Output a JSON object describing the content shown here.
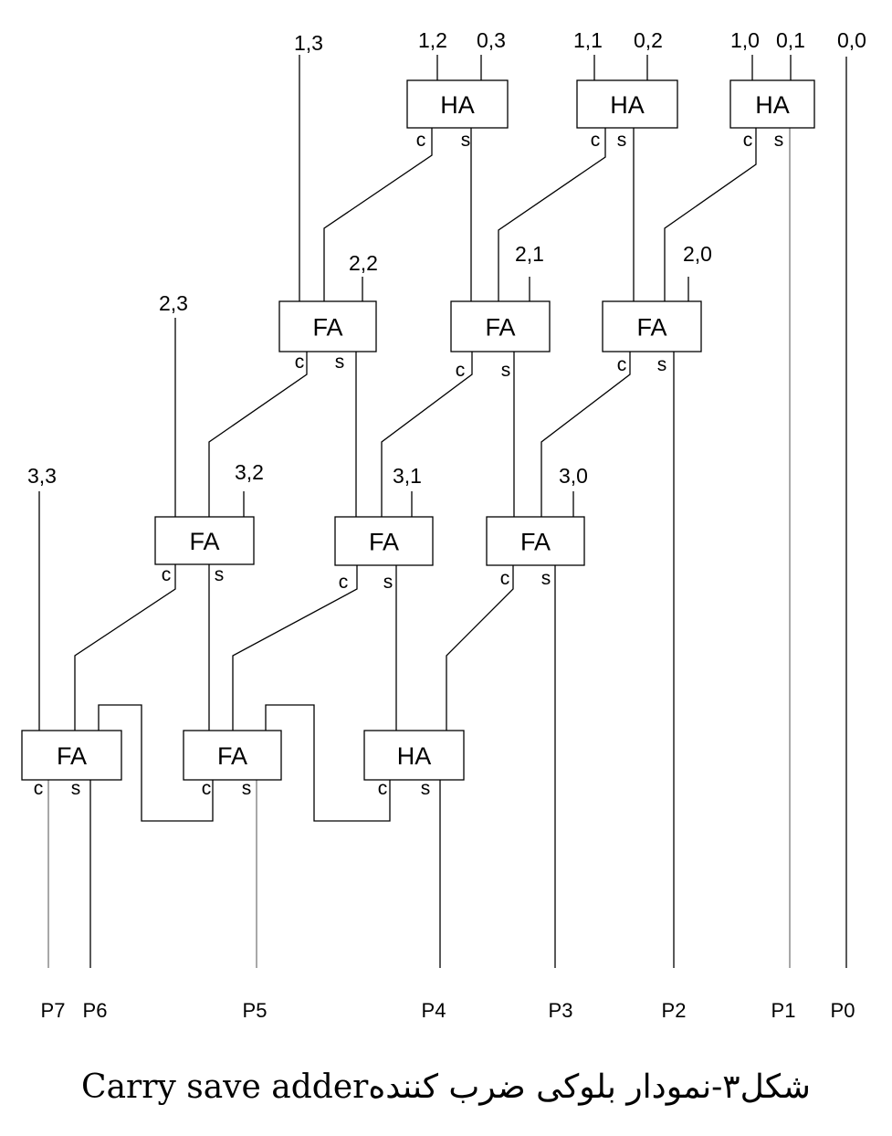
{
  "diagram": {
    "blocks": [
      {
        "id": "ha_r1_a",
        "label": "HA",
        "carry_label": "c",
        "sum_label": "s"
      },
      {
        "id": "ha_r1_b",
        "label": "HA",
        "carry_label": "c",
        "sum_label": "s"
      },
      {
        "id": "ha_r1_c",
        "label": "HA",
        "carry_label": "c",
        "sum_label": "s"
      },
      {
        "id": "fa_r2_a",
        "label": "FA",
        "carry_label": "c",
        "sum_label": "s"
      },
      {
        "id": "fa_r2_b",
        "label": "FA",
        "carry_label": "c",
        "sum_label": "s"
      },
      {
        "id": "fa_r2_c",
        "label": "FA",
        "carry_label": "c",
        "sum_label": "s"
      },
      {
        "id": "fa_r3_a",
        "label": "FA",
        "carry_label": "c",
        "sum_label": "s"
      },
      {
        "id": "fa_r3_b",
        "label": "FA",
        "carry_label": "c",
        "sum_label": "s"
      },
      {
        "id": "fa_r3_c",
        "label": "FA",
        "carry_label": "c",
        "sum_label": "s"
      },
      {
        "id": "fa_r4_a",
        "label": "FA",
        "carry_label": "c",
        "sum_label": "s"
      },
      {
        "id": "fa_r4_b",
        "label": "FA",
        "carry_label": "c",
        "sum_label": "s"
      },
      {
        "id": "ha_r4_c",
        "label": "HA",
        "carry_label": "c",
        "sum_label": "s"
      }
    ],
    "inputs": [
      "1,3",
      "1,2",
      "0,3",
      "1,1",
      "0,2",
      "1,0",
      "0,1",
      "0,0",
      "2,2",
      "2,1",
      "2,0",
      "2,3",
      "3,3",
      "3,2",
      "3,1",
      "3,0"
    ],
    "outputs": [
      "P7",
      "P6",
      "P5",
      "P4",
      "P3",
      "P2",
      "P1",
      "P0"
    ]
  },
  "caption": {
    "persian": "شکل۳-نمودار بلوکی ضرب کننده",
    "latin": "Carry save adder"
  }
}
